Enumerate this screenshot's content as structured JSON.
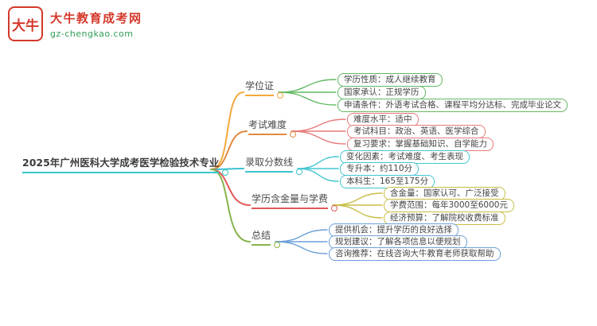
{
  "brand": {
    "logo_text": "大牛",
    "site_name": "大牛教育成考网",
    "site_url": "gz-chengkao.com",
    "brand_color": "#d4392b",
    "url_color": "#2f9e55"
  },
  "mindmap": {
    "root": {
      "label": "2025年广州医科大学成考医学检验技术专业",
      "color": "#35c8c8"
    },
    "branches": [
      {
        "label": "学位证",
        "color": "#f2a93b",
        "child_color": "#62b862",
        "children": [
          {
            "label": "学历性质：成人继续教育"
          },
          {
            "label": "国家承认：正规学历"
          },
          {
            "label": "申请条件：外语考试合格、课程平均分达标、完成毕业论文"
          }
        ]
      },
      {
        "label": "考试难度",
        "color": "#e08a3f",
        "child_color": "#e87a7a",
        "children": [
          {
            "label": "难度水平：适中"
          },
          {
            "label": "考试科目：政治、英语、医学综合"
          },
          {
            "label": "复习要求：掌握基础知识、自学能力"
          }
        ]
      },
      {
        "label": "录取分数线",
        "color": "#3bc3d0",
        "child_color": "#43c5d2",
        "children": [
          {
            "label": "变化因素：考试难度、考生表现"
          },
          {
            "label": "专升本：约110分"
          },
          {
            "label": "本科生：165至175分"
          }
        ]
      },
      {
        "label": "学历含金量与学费",
        "color": "#e05858",
        "child_color": "#c7bd45",
        "children": [
          {
            "label": "含金量：国家认可、广泛接受"
          },
          {
            "label": "学费范围：每年3000至6000元"
          },
          {
            "label": "经济预算：了解院校收费标准"
          }
        ]
      },
      {
        "label": "总结",
        "color": "#86b34a",
        "child_color": "#6b9fd8",
        "children": [
          {
            "label": "提供机会：提升学历的良好选择"
          },
          {
            "label": "规划建议：了解各项信息以便规划"
          },
          {
            "label": "咨询推荐：在线咨询大牛教育老师获取帮助"
          }
        ]
      }
    ]
  }
}
